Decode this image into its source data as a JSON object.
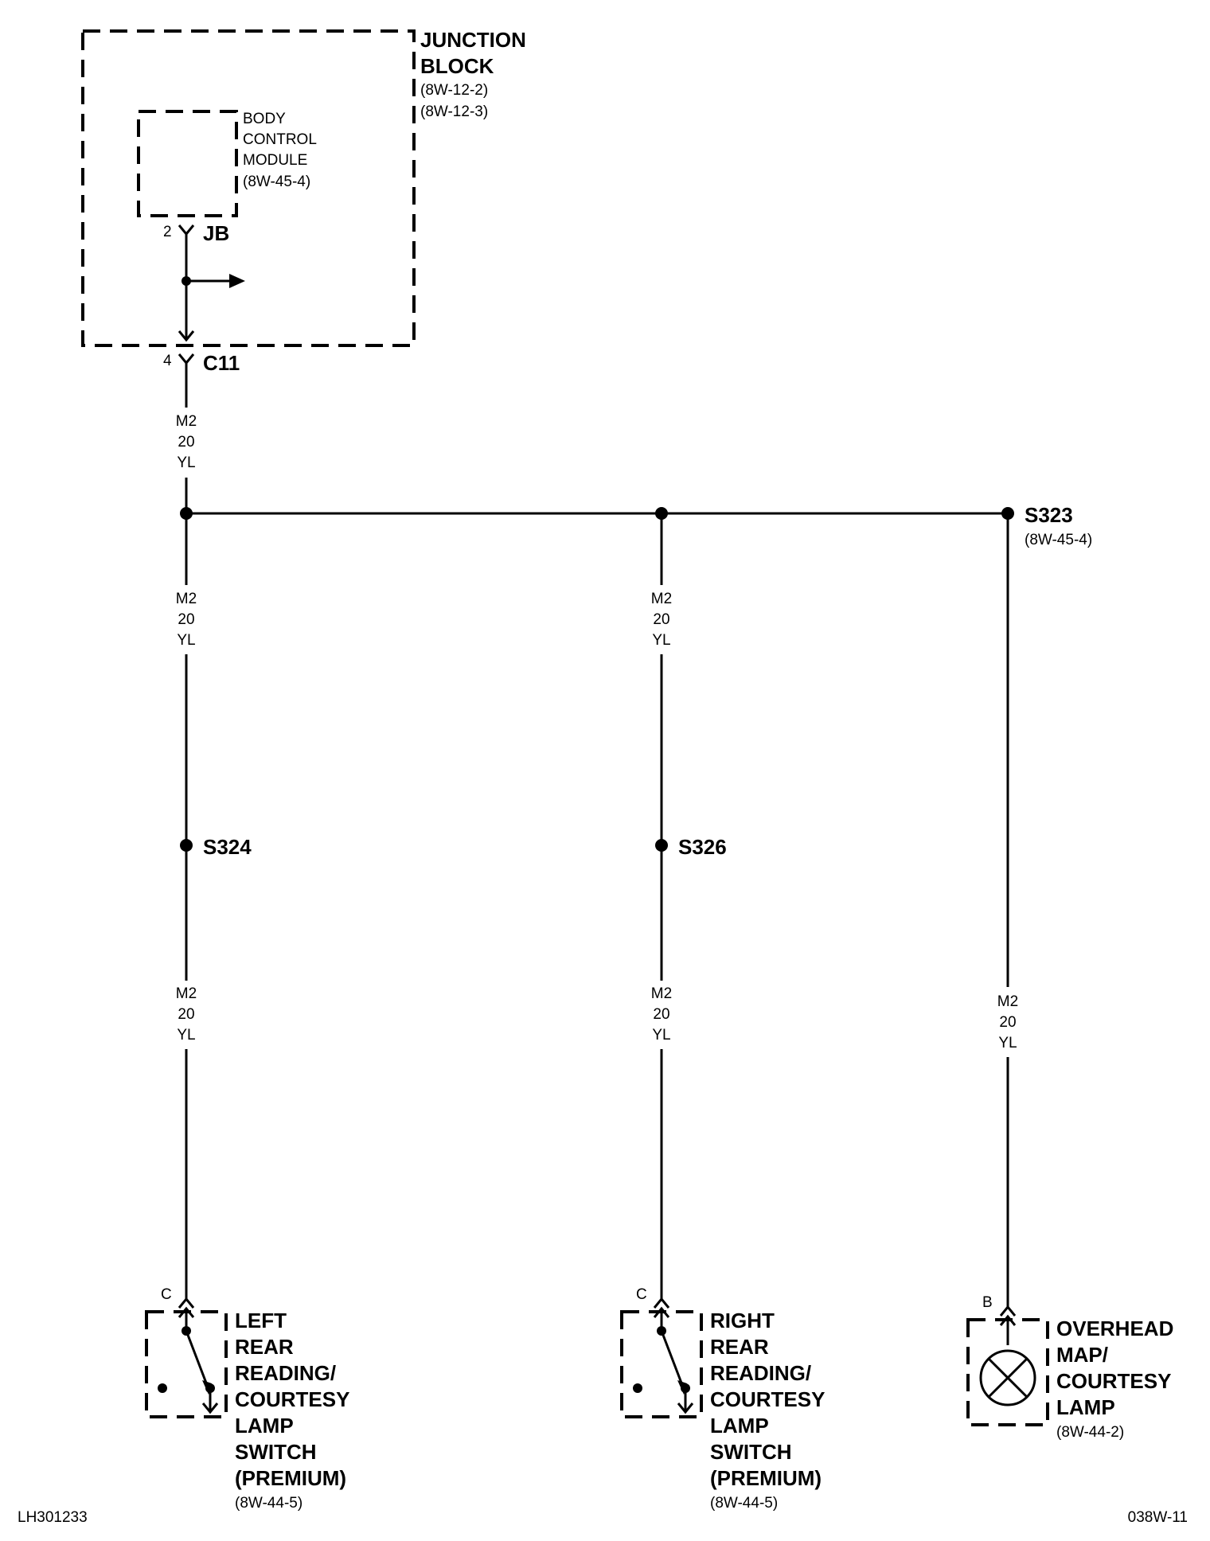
{
  "junction_block": {
    "name_line1": "JUNCTION",
    "name_line2": "BLOCK",
    "ref1": "(8W-12-2)",
    "ref2": "(8W-12-3)"
  },
  "bcm": {
    "line1": "BODY",
    "line2": "CONTROL",
    "line3": "MODULE",
    "ref": "(8W-45-4)",
    "pin": "2",
    "connector": "JB"
  },
  "c11": {
    "pin": "4",
    "connector": "C11"
  },
  "wire_code": {
    "circuit": "M2",
    "gauge": "20",
    "color": "YL"
  },
  "splices": {
    "s323": {
      "label": "S323",
      "ref": "(8W-45-4)"
    },
    "s324": {
      "label": "S324"
    },
    "s326": {
      "label": "S326"
    }
  },
  "left_switch": {
    "pin": "C",
    "lines": [
      "LEFT",
      "REAR",
      "READING/",
      "COURTESY",
      "LAMP",
      "SWITCH",
      "(PREMIUM)"
    ],
    "ref": "(8W-44-5)"
  },
  "right_switch": {
    "pin": "C",
    "lines": [
      "RIGHT",
      "REAR",
      "READING/",
      "COURTESY",
      "LAMP",
      "SWITCH",
      "(PREMIUM)"
    ],
    "ref": "(8W-44-5)"
  },
  "overhead_lamp": {
    "pin": "B",
    "lines": [
      "OVERHEAD",
      "MAP/",
      "COURTESY",
      "LAMP"
    ],
    "ref": "(8W-44-2)"
  },
  "footer": {
    "left_code": "LH301233",
    "right_code": "038W-11"
  }
}
